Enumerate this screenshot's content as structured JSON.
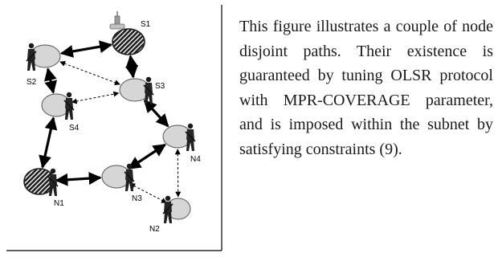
{
  "figure": {
    "nodes": [
      {
        "id": "S1",
        "label": "S1",
        "style": "hatched"
      },
      {
        "id": "S2",
        "label": "S2",
        "style": "plain"
      },
      {
        "id": "S3",
        "label": "S3",
        "style": "plain"
      },
      {
        "id": "S4",
        "label": "S4",
        "style": "plain"
      },
      {
        "id": "N1",
        "label": "N1",
        "style": "hatched"
      },
      {
        "id": "N2",
        "label": "N2",
        "style": "plain"
      },
      {
        "id": "N3",
        "label": "N3",
        "style": "plain"
      },
      {
        "id": "N4",
        "label": "N4",
        "style": "plain"
      }
    ],
    "edges": [
      {
        "from": "S2",
        "to": "S1",
        "type": "solid"
      },
      {
        "from": "S1",
        "to": "S3",
        "type": "solid"
      },
      {
        "from": "S3",
        "to": "N4",
        "type": "solid"
      },
      {
        "from": "N4",
        "to": "N3",
        "type": "solid"
      },
      {
        "from": "S2",
        "to": "S4",
        "type": "solid"
      },
      {
        "from": "S4",
        "to": "N1",
        "type": "solid"
      },
      {
        "from": "N1",
        "to": "N3",
        "type": "solid"
      },
      {
        "from": "S2",
        "to": "S3",
        "type": "dashed"
      },
      {
        "from": "S4",
        "to": "S3",
        "type": "dashed"
      },
      {
        "from": "N3",
        "to": "N2",
        "type": "dashed"
      },
      {
        "from": "N4",
        "to": "N2",
        "type": "dashed"
      }
    ],
    "colors": {
      "node_fill": "#d6d6d6",
      "node_stroke": "#555555",
      "hatch_dark": "#1e1e1e",
      "edge": "#000000"
    }
  },
  "caption": "This figure illustrates a couple of node disjoint paths. Their existence is guaranteed by tuning OLSR protocol with MPR-COVERAGE parameter, and is imposed within the subnet by satisfying constraints (9)."
}
